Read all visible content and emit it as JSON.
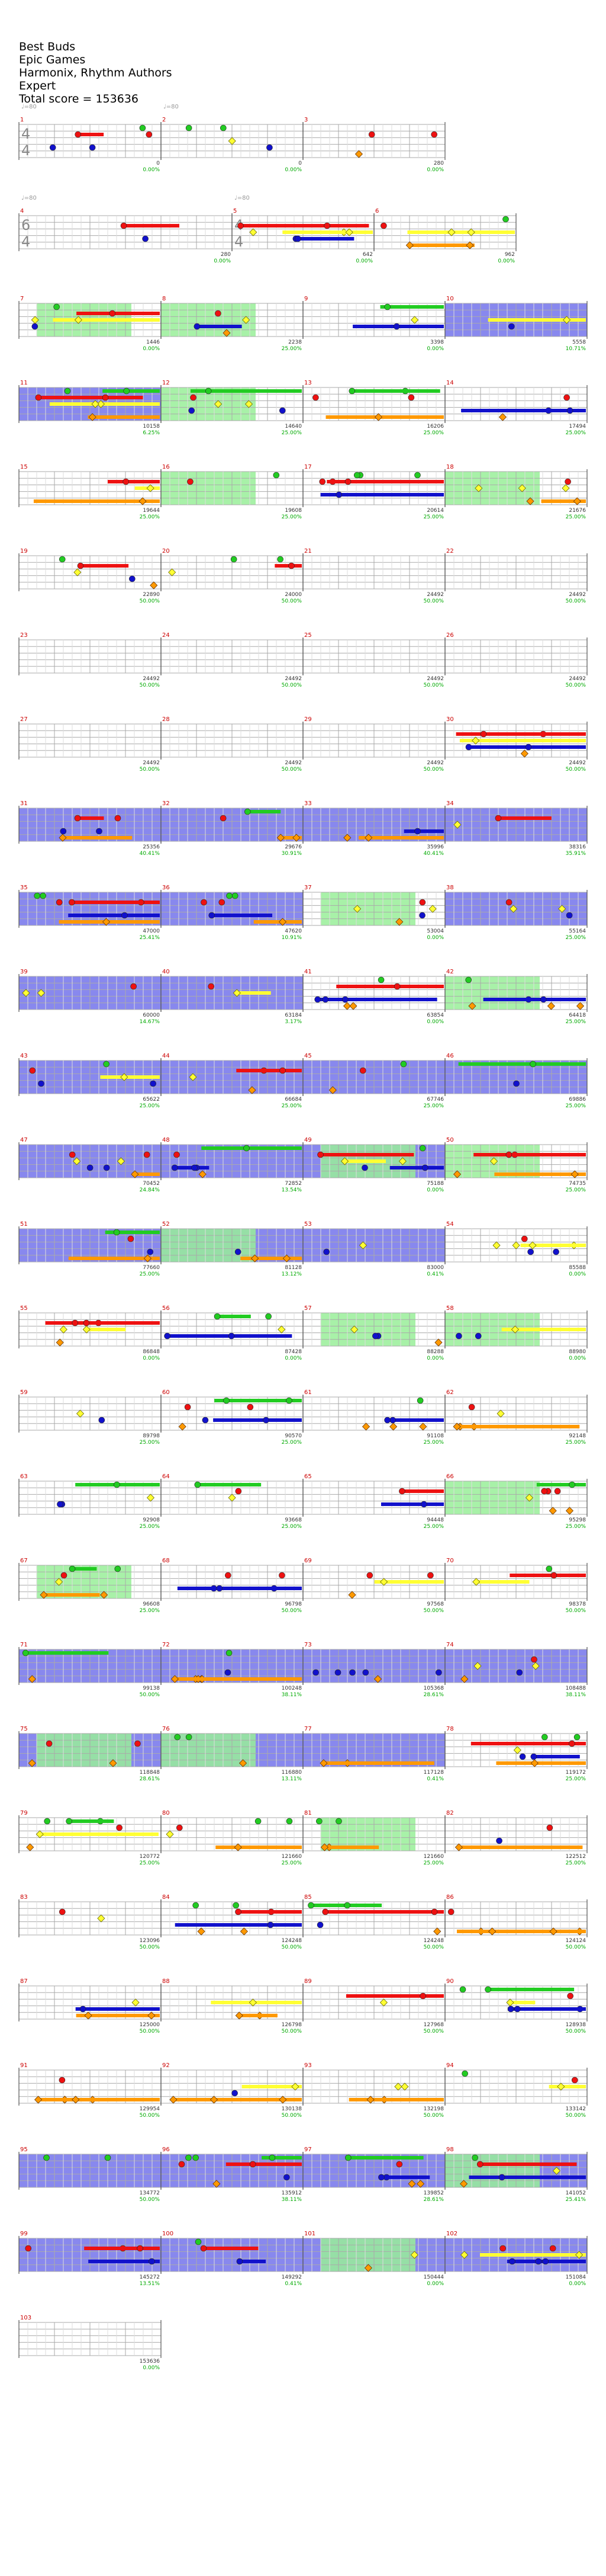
{
  "header": {
    "song_title": "Best Buds",
    "developer": "Epic Games",
    "artist": "Harmonix, Rhythm Authors",
    "difficulty": "Expert",
    "total_score_label": "Total score = ",
    "total_score": "153636"
  },
  "colors": {
    "green": "#22cc22",
    "red": "#ee1111",
    "yellow": "#ffff33",
    "blue": "#1111cc",
    "orange": "#ff9900",
    "overdrive": "#8888ee",
    "solo": "#99ee99",
    "measure_number": "#cc0000",
    "score_text": "#333333",
    "percent_text": "#00aa00",
    "tempo_text": "#999999"
  },
  "chart_data": {
    "type": "table",
    "title": "Best Buds",
    "tempo_markers": [
      "♩=80",
      "♩=80",
      "♩=80",
      "♩=80"
    ],
    "measures": [
      {
        "n": 1,
        "ts": "4/4",
        "score": "0",
        "pct": "0.00%"
      },
      {
        "n": 2,
        "score": "0",
        "pct": "0.00%"
      },
      {
        "n": 3,
        "score": "280",
        "pct": "0.00%"
      },
      {
        "n": 4,
        "ts": "6/4",
        "score": "280",
        "pct": "0.00%"
      },
      {
        "n": 5,
        "ts": "4/4",
        "score": "642",
        "pct": "0.00%"
      },
      {
        "n": 6,
        "score": "962",
        "pct": "0.00%"
      },
      {
        "n": 7,
        "score": "1446",
        "pct": "0.00%"
      },
      {
        "n": 8,
        "score": "2238",
        "pct": "25.00%"
      },
      {
        "n": 9,
        "score": "3398",
        "pct": "0.00%"
      },
      {
        "n": 10,
        "score": "5558",
        "pct": "10.71%"
      },
      {
        "n": 11,
        "score": "10158",
        "pct": "6.25%"
      },
      {
        "n": 12,
        "score": "14640",
        "pct": "25.00%"
      },
      {
        "n": 13,
        "score": "16206",
        "pct": "25.00%"
      },
      {
        "n": 14,
        "score": "17494",
        "pct": "25.00%"
      },
      {
        "n": 15,
        "score": "19644",
        "pct": "25.00%"
      },
      {
        "n": 16,
        "score": "19608",
        "pct": "25.00%"
      },
      {
        "n": 17,
        "score": "20614",
        "pct": "25.00%"
      },
      {
        "n": 18,
        "score": "21676",
        "pct": "25.00%"
      },
      {
        "n": 19,
        "score": "22890",
        "pct": "50.00%"
      },
      {
        "n": 20,
        "score": "24000",
        "pct": "50.00%"
      },
      {
        "n": 21,
        "score": "24492",
        "pct": "50.00%"
      },
      {
        "n": 22,
        "score": "24492",
        "pct": "50.00%"
      },
      {
        "n": 23,
        "score": "24492",
        "pct": "50.00%"
      },
      {
        "n": 24,
        "score": "24492",
        "pct": "50.00%"
      },
      {
        "n": 25,
        "score": "24492",
        "pct": "50.00%"
      },
      {
        "n": 26,
        "score": "24492",
        "pct": "50.00%"
      },
      {
        "n": 27,
        "score": "24492",
        "pct": "50.00%"
      },
      {
        "n": 28,
        "score": "24492",
        "pct": "50.00%"
      },
      {
        "n": 29,
        "score": "24492",
        "pct": "50.00%"
      },
      {
        "n": 30,
        "score": "24492",
        "pct": "50.00%"
      },
      {
        "n": 31,
        "score": "25356",
        "pct": "40.41%"
      },
      {
        "n": 32,
        "score": "29676",
        "pct": "30.91%"
      },
      {
        "n": 33,
        "score": "35996",
        "pct": "40.41%"
      },
      {
        "n": 34,
        "score": "38316",
        "pct": "35.91%"
      },
      {
        "n": 35,
        "score": "47000",
        "pct": "25.41%"
      },
      {
        "n": 36,
        "score": "47620",
        "pct": "10.91%"
      },
      {
        "n": 37,
        "score": "53004",
        "pct": "0.00%"
      },
      {
        "n": 38,
        "score": "55164",
        "pct": "25.00%"
      },
      {
        "n": 39,
        "score": "60000",
        "pct": "14.67%"
      },
      {
        "n": 40,
        "score": "63184",
        "pct": "3.17%"
      },
      {
        "n": 41,
        "score": "63854",
        "pct": "0.00%"
      },
      {
        "n": 42,
        "score": "64418",
        "pct": "25.00%"
      },
      {
        "n": 43,
        "score": "65622",
        "pct": "25.00%"
      },
      {
        "n": 44,
        "score": "66684",
        "pct": "25.00%"
      },
      {
        "n": 45,
        "score": "67746",
        "pct": "25.00%"
      },
      {
        "n": 46,
        "score": "69886",
        "pct": "25.00%"
      },
      {
        "n": 47,
        "score": "70452",
        "pct": "24.84%"
      },
      {
        "n": 48,
        "score": "72852",
        "pct": "13.54%"
      },
      {
        "n": 49,
        "score": "75188",
        "pct": "0.00%"
      },
      {
        "n": 50,
        "score": "74735",
        "pct": "25.00%"
      },
      {
        "n": 51,
        "score": "77660",
        "pct": "25.00%"
      },
      {
        "n": 52,
        "score": "81128",
        "pct": "13.12%"
      },
      {
        "n": 53,
        "score": "83000",
        "pct": "0.41%"
      },
      {
        "n": 54,
        "score": "85588",
        "pct": "0.00%"
      },
      {
        "n": 55,
        "score": "86848",
        "pct": "0.00%"
      },
      {
        "n": 56,
        "score": "87428",
        "pct": "0.00%"
      },
      {
        "n": 57,
        "score": "88288",
        "pct": "0.00%"
      },
      {
        "n": 58,
        "score": "88980",
        "pct": "0.00%"
      },
      {
        "n": 59,
        "score": "89798",
        "pct": "25.00%"
      },
      {
        "n": 60,
        "score": "90570",
        "pct": "25.00%"
      },
      {
        "n": 61,
        "score": "91108",
        "pct": "25.00%"
      },
      {
        "n": 62,
        "score": "92148",
        "pct": "25.00%"
      },
      {
        "n": 63,
        "score": "92908",
        "pct": "25.00%"
      },
      {
        "n": 64,
        "score": "93668",
        "pct": "25.00%"
      },
      {
        "n": 65,
        "score": "94448",
        "pct": "25.00%"
      },
      {
        "n": 66,
        "score": "95298",
        "pct": "25.00%"
      },
      {
        "n": 67,
        "score": "96608",
        "pct": "25.00%"
      },
      {
        "n": 68,
        "score": "96798",
        "pct": "50.00%"
      },
      {
        "n": 69,
        "score": "97568",
        "pct": "50.00%"
      },
      {
        "n": 70,
        "score": "98378",
        "pct": "50.00%"
      },
      {
        "n": 71,
        "score": "99138",
        "pct": "50.00%"
      },
      {
        "n": 72,
        "score": "100248",
        "pct": "38.11%"
      },
      {
        "n": 73,
        "score": "105368",
        "pct": "28.61%"
      },
      {
        "n": 74,
        "score": "108488",
        "pct": "38.11%"
      },
      {
        "n": 75,
        "score": "118848",
        "pct": "28.61%"
      },
      {
        "n": 76,
        "score": "116880",
        "pct": "13.11%"
      },
      {
        "n": 77,
        "score": "117128",
        "pct": "0.41%"
      },
      {
        "n": 78,
        "score": "119172",
        "pct": "25.00%"
      },
      {
        "n": 79,
        "score": "120772",
        "pct": "25.00%"
      },
      {
        "n": 80,
        "score": "121660",
        "pct": "25.00%"
      },
      {
        "n": 81,
        "score": "121660",
        "pct": "25.00%"
      },
      {
        "n": 82,
        "score": "122512",
        "pct": "25.00%"
      },
      {
        "n": 83,
        "score": "123096",
        "pct": "50.00%"
      },
      {
        "n": 84,
        "score": "124248",
        "pct": "50.00%"
      },
      {
        "n": 85,
        "score": "124248",
        "pct": "50.00%"
      },
      {
        "n": 86,
        "score": "124124",
        "pct": "50.00%"
      },
      {
        "n": 87,
        "score": "125000",
        "pct": "50.00%"
      },
      {
        "n": 88,
        "score": "126798",
        "pct": "50.00%"
      },
      {
        "n": 89,
        "score": "127968",
        "pct": "50.00%"
      },
      {
        "n": 90,
        "score": "128938",
        "pct": "50.00%"
      },
      {
        "n": 91,
        "score": "129954",
        "pct": "50.00%"
      },
      {
        "n": 92,
        "score": "130138",
        "pct": "50.00%"
      },
      {
        "n": 93,
        "score": "132198",
        "pct": "50.00%"
      },
      {
        "n": 94,
        "score": "133142",
        "pct": "50.00%"
      },
      {
        "n": 95,
        "score": "134772",
        "pct": "50.00%"
      },
      {
        "n": 96,
        "score": "135912",
        "pct": "38.11%"
      },
      {
        "n": 97,
        "score": "139852",
        "pct": "28.61%"
      },
      {
        "n": 98,
        "score": "141052",
        "pct": "25.41%"
      },
      {
        "n": 99,
        "score": "145272",
        "pct": "13.51%"
      },
      {
        "n": 100,
        "score": "149292",
        "pct": "0.41%"
      },
      {
        "n": 101,
        "score": "150444",
        "pct": "0.00%"
      },
      {
        "n": 102,
        "score": "151084",
        "pct": "0.00%"
      },
      {
        "n": 103,
        "score": "153636",
        "pct": "0.00%"
      }
    ]
  }
}
